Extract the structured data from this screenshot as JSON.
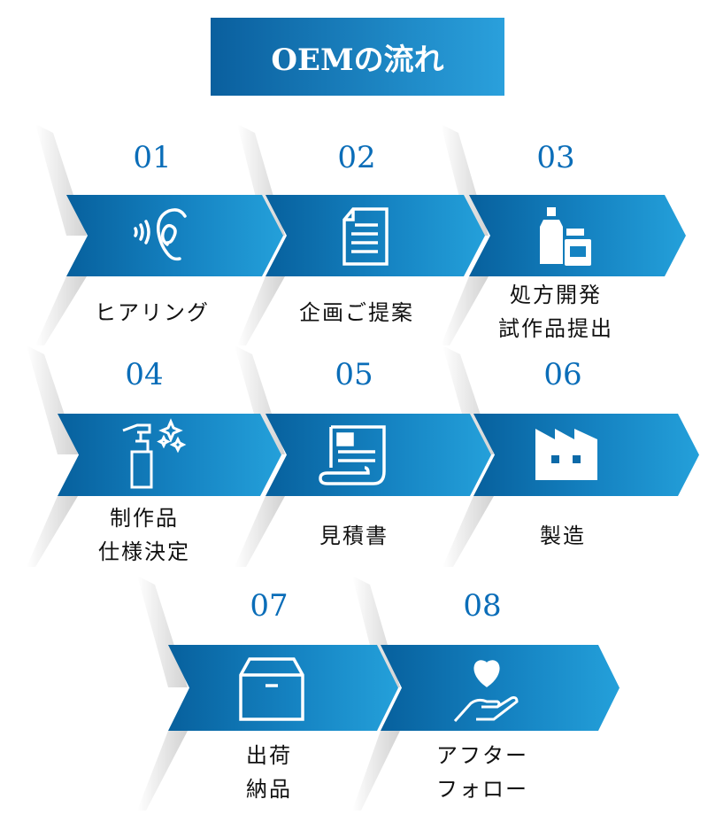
{
  "title": "OEMの流れ",
  "steps": [
    {
      "num": "01",
      "label": [
        "ヒアリング"
      ],
      "icon": "ear-icon"
    },
    {
      "num": "02",
      "label": [
        "企画ご提案"
      ],
      "icon": "document-icon"
    },
    {
      "num": "03",
      "label": [
        "処方開発",
        "試作品提出"
      ],
      "icon": "bottles-icon"
    },
    {
      "num": "04",
      "label": [
        "制作品",
        "仕様決定"
      ],
      "icon": "spray-bottle-icon"
    },
    {
      "num": "05",
      "label": [
        "見積書"
      ],
      "icon": "scroll-icon"
    },
    {
      "num": "06",
      "label": [
        "製造"
      ],
      "icon": "factory-icon"
    },
    {
      "num": "07",
      "label": [
        "出荷",
        "納品"
      ],
      "icon": "box-icon"
    },
    {
      "num": "08",
      "label": [
        "アフター",
        "フォロー"
      ],
      "icon": "heart-hand-icon"
    }
  ],
  "colors": {
    "accent": "#0a6db8",
    "band_dark": "#07609d",
    "band_light": "#24a0da"
  }
}
